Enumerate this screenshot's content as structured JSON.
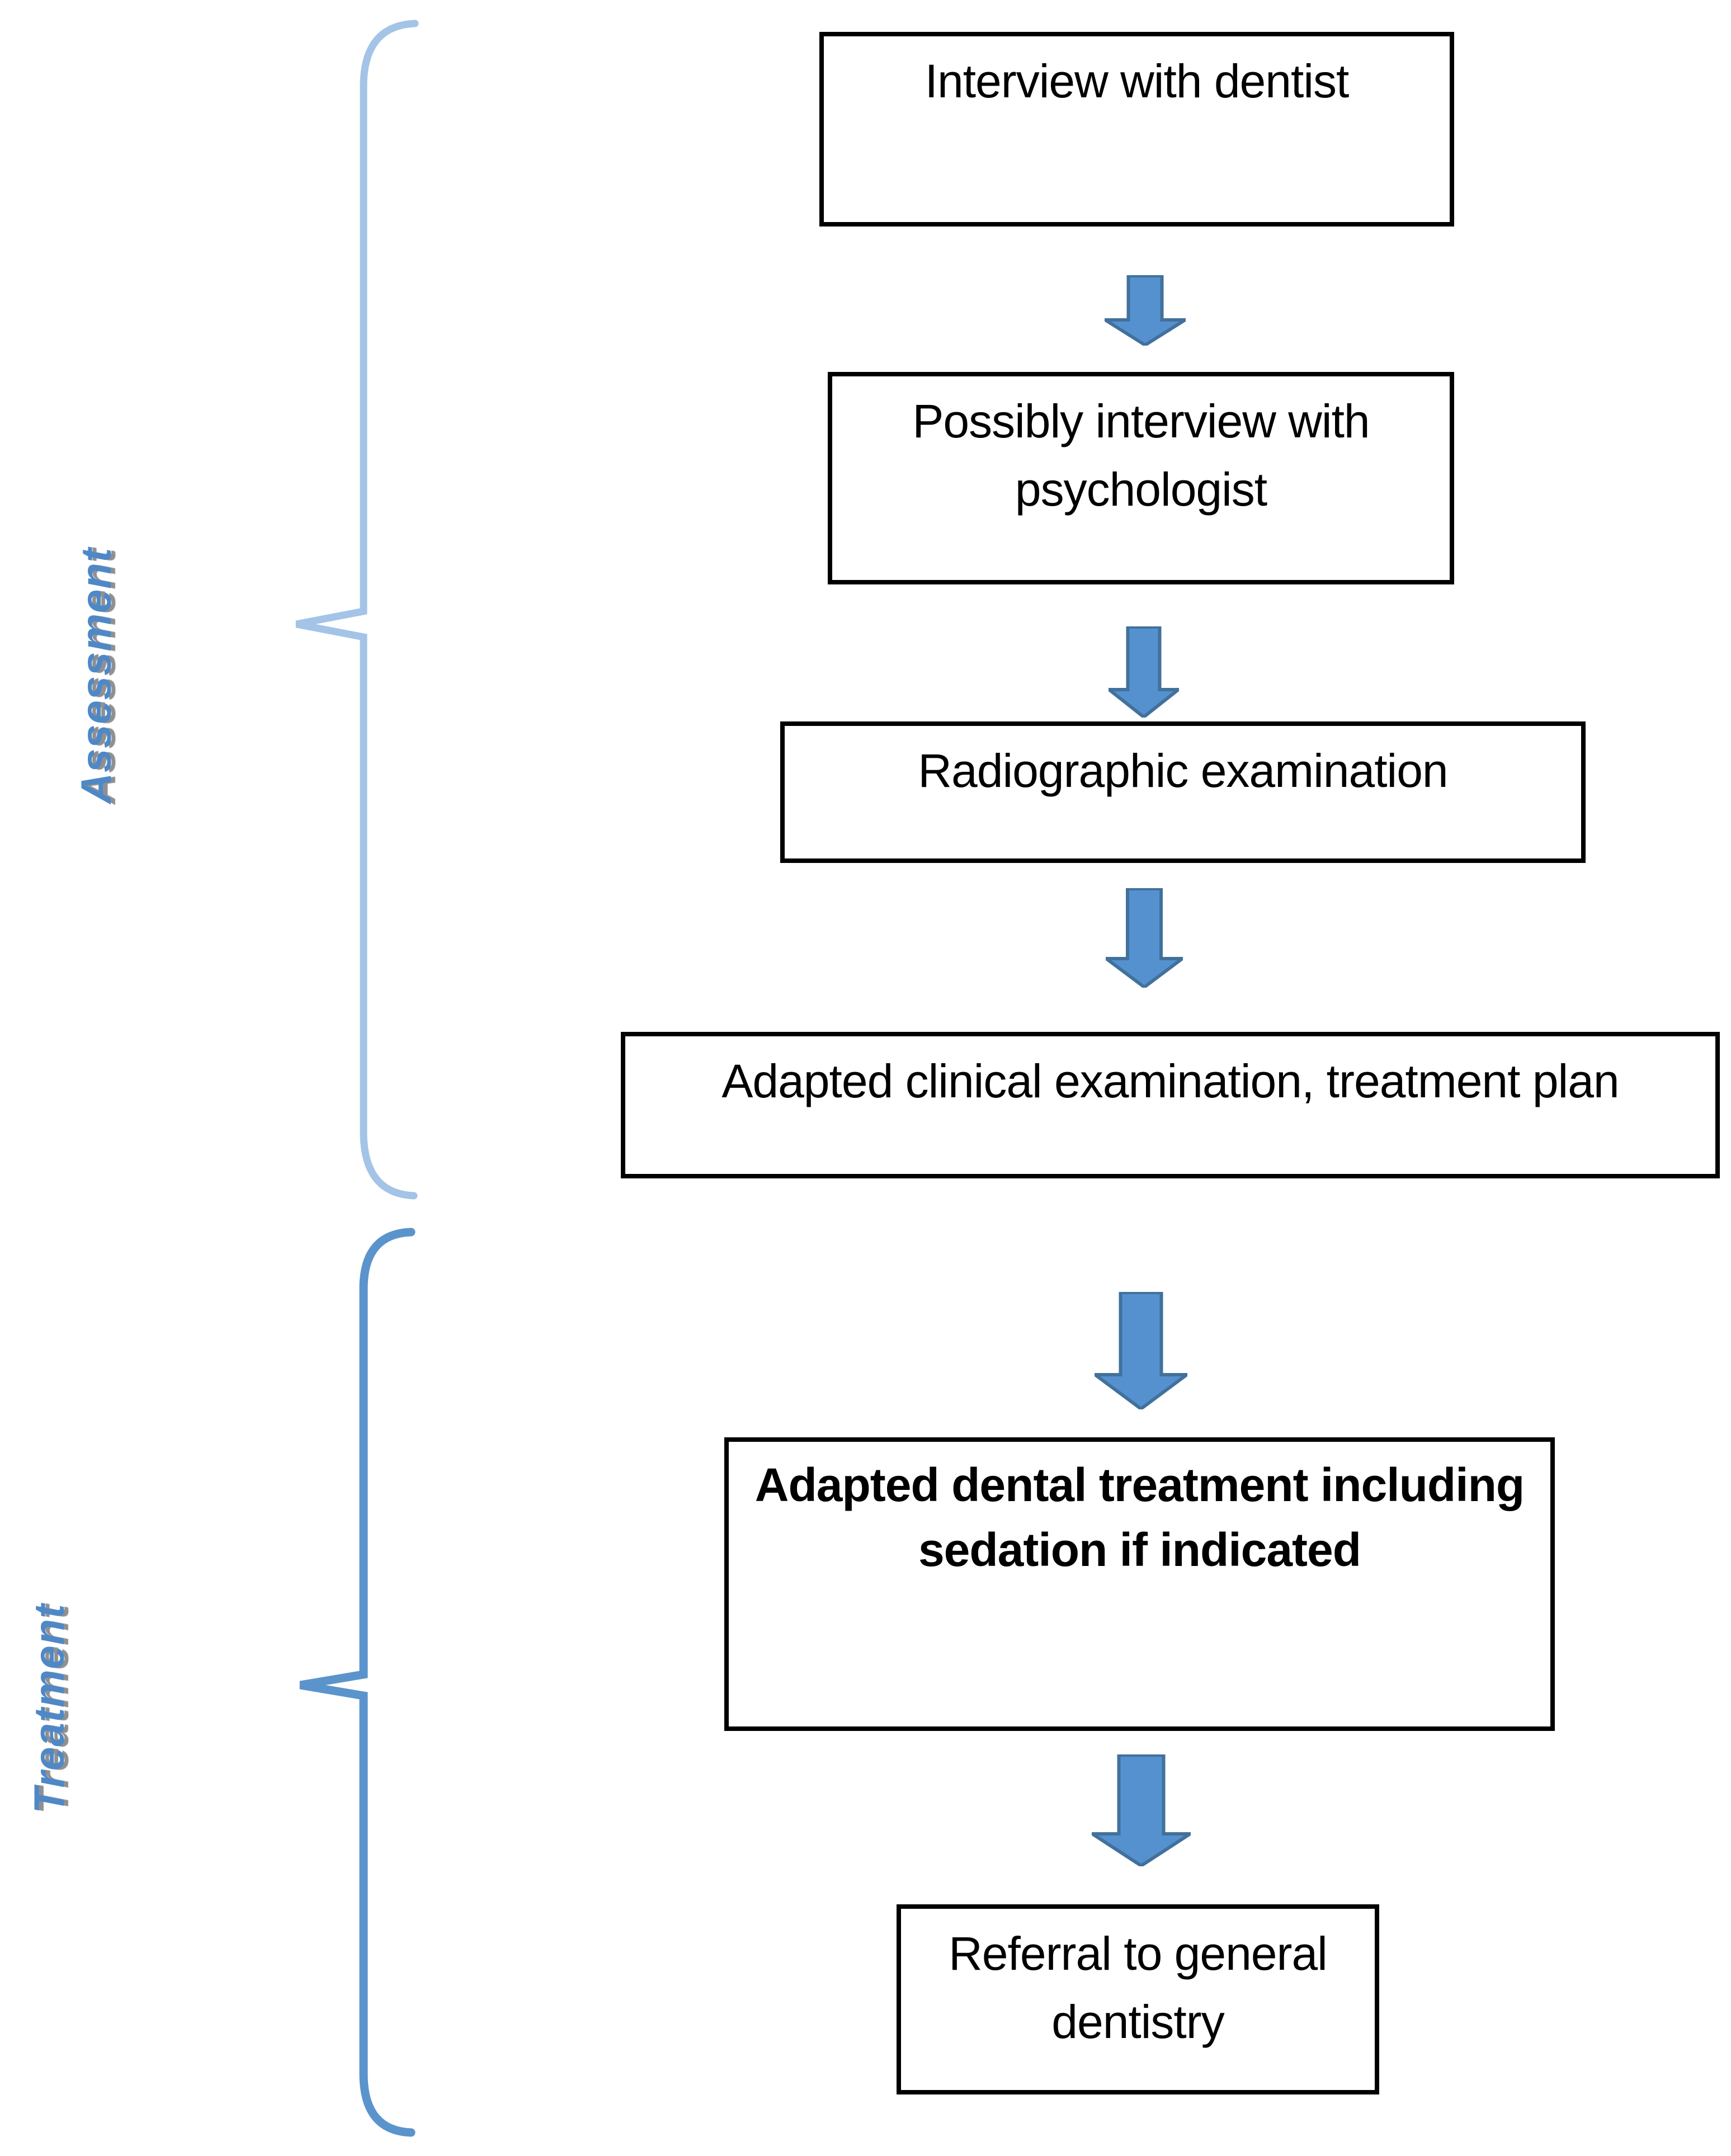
{
  "sections": {
    "assessment": {
      "label": "Assessment"
    },
    "treatment": {
      "label": "Treatment"
    }
  },
  "flow": {
    "boxes": [
      {
        "id": "interview-dentist",
        "text": "Interview with dentist"
      },
      {
        "id": "interview-psychologist",
        "text": "Possibly interview with psychologist"
      },
      {
        "id": "radiographic-examination",
        "text": "Radiographic examination"
      },
      {
        "id": "clinical-examination",
        "text": "Adapted clinical examination, treatment plan"
      },
      {
        "id": "adapted-treatment",
        "text": "Adapted dental treatment including sedation if indicated",
        "emphasis": "bold"
      },
      {
        "id": "referral",
        "text": "Referral to general dentistry"
      }
    ]
  },
  "icons": {
    "connector": "down-block-arrow-icon",
    "bracket": "curly-brace"
  },
  "colors": {
    "arrow_fill": "#5591CF",
    "arrow_border": "#41719C",
    "assessment_brace": "#A3C4E6",
    "treatment_brace": "#5B94CC",
    "label_text": "#4E88C7",
    "label_shadow": "#7D7D7D",
    "box_border": "#000000",
    "box_background": "#FFFFFF"
  }
}
